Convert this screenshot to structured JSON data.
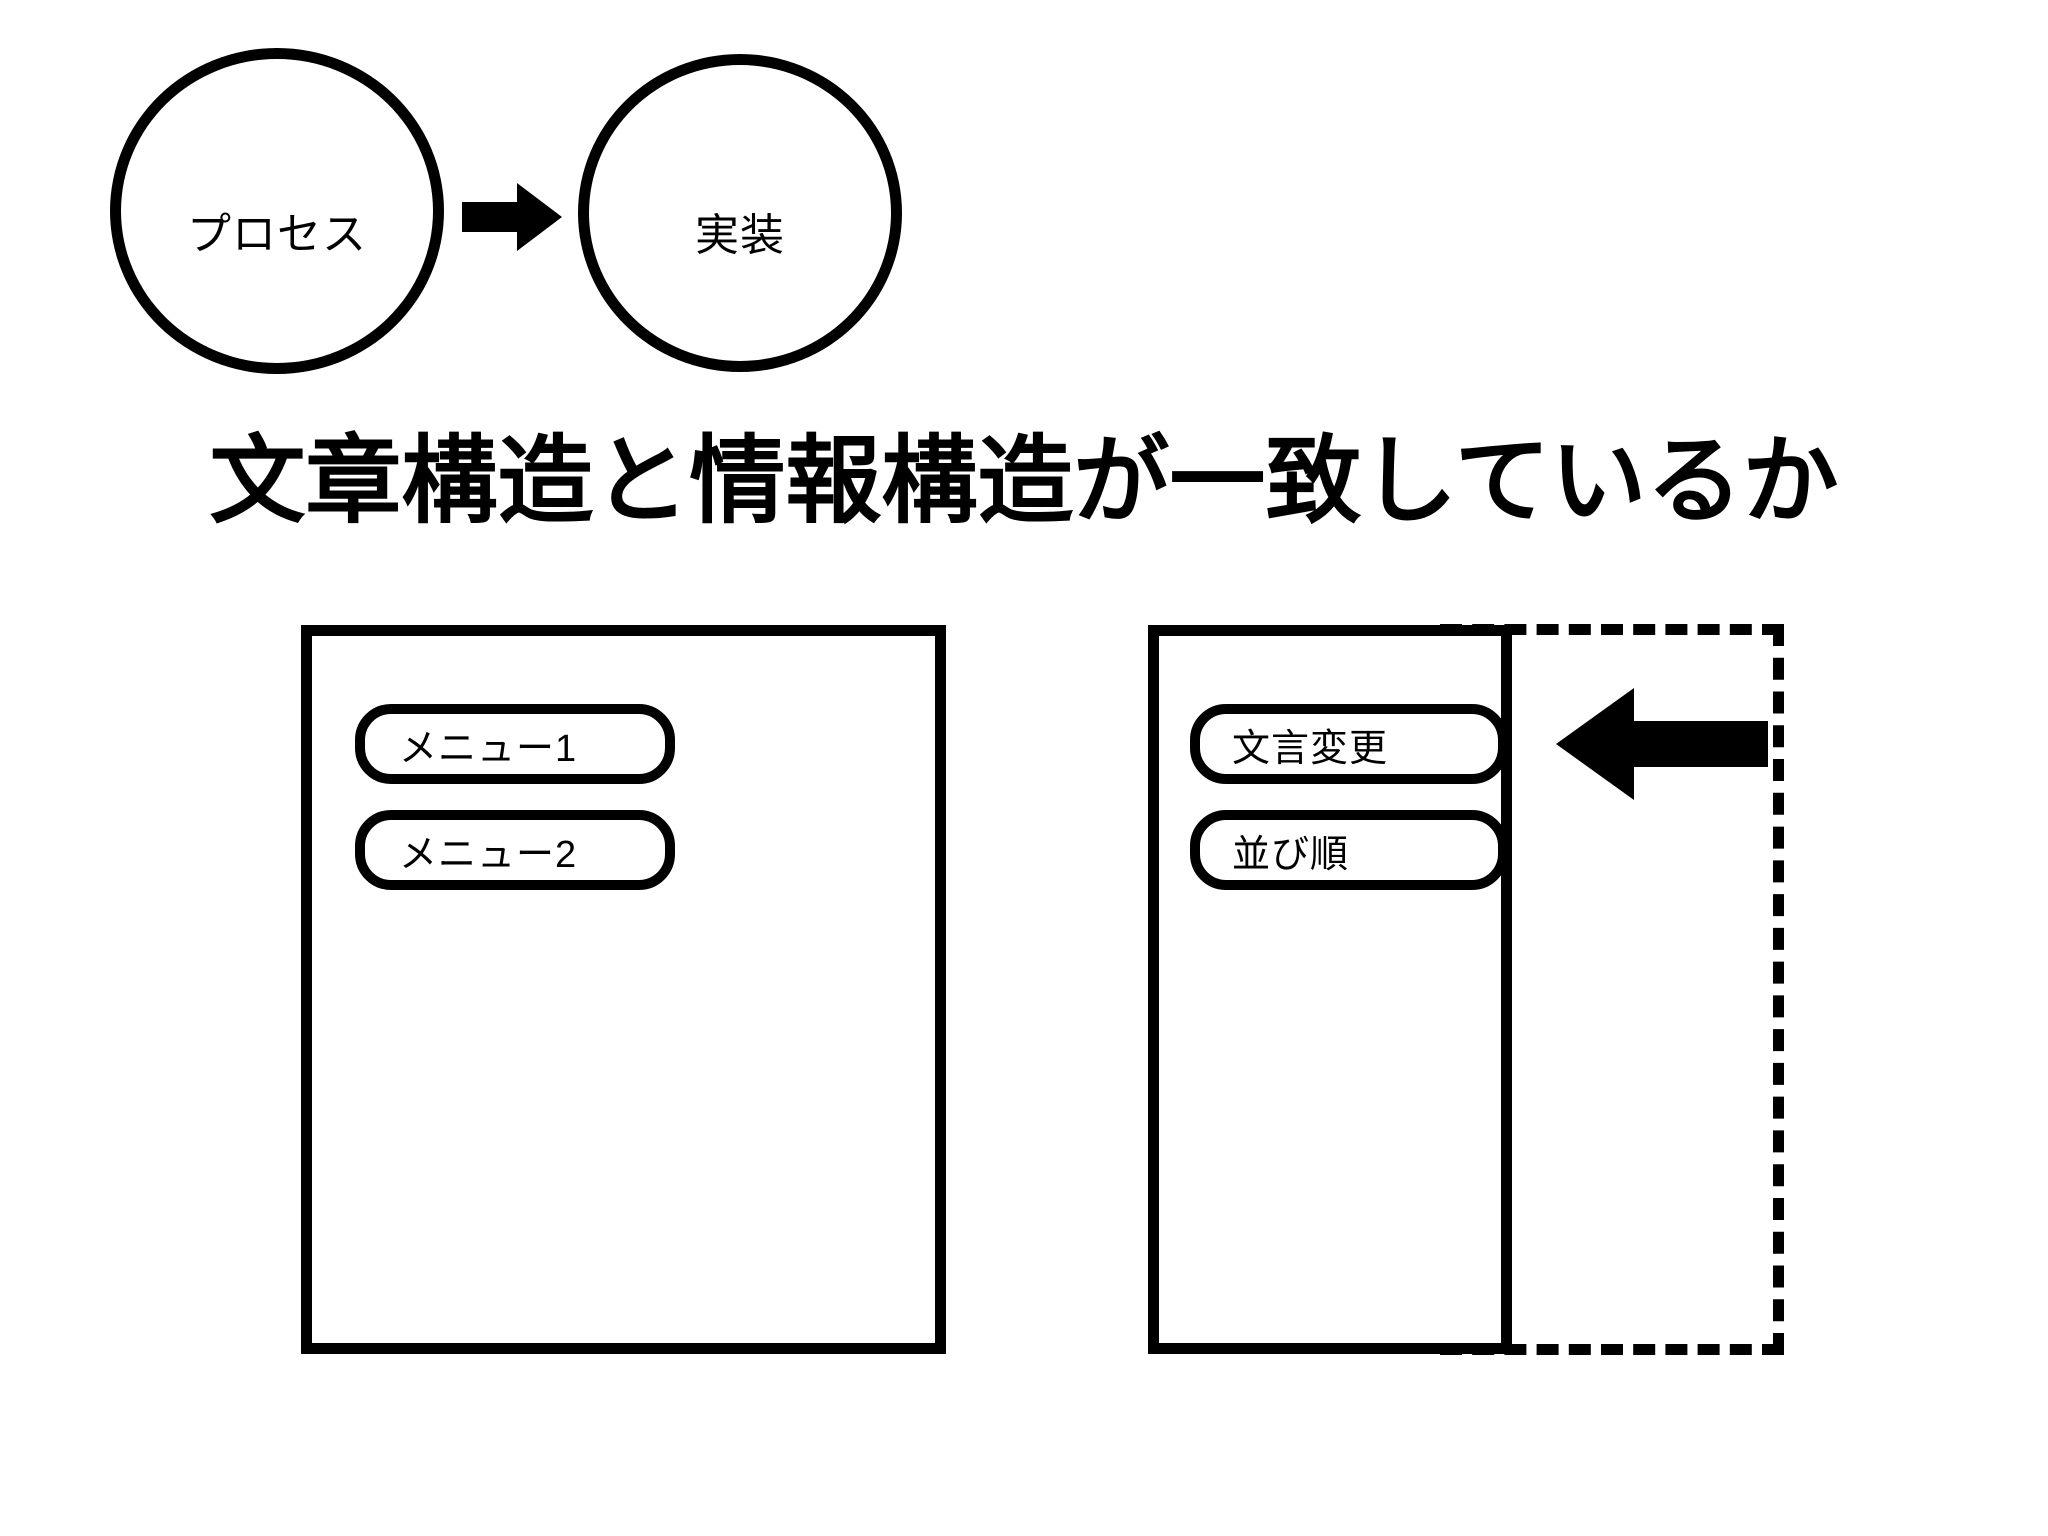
{
  "slide": {
    "background_color": "#ffffff",
    "ink_color": "#000000",
    "heading": "文章構造と情報構造が一致しているか"
  },
  "process_flow": {
    "steps": [
      {
        "label": "プロセス",
        "shape": "circle"
      },
      {
        "label": "実装",
        "shape": "circle"
      }
    ],
    "connector": {
      "icon": "arrow-right-icon",
      "direction": "right"
    }
  },
  "comparison": {
    "left_screen": {
      "frame_style": "solid",
      "menu_items": [
        {
          "label": "メニュー1"
        },
        {
          "label": "メニュー2"
        }
      ]
    },
    "right_screen": {
      "frame_style": "solid",
      "menu_items": [
        {
          "label": "文言変更"
        },
        {
          "label": "並び順"
        }
      ],
      "overflow_region": {
        "frame_style": "dashed",
        "callout": {
          "icon": "arrow-left-icon",
          "direction": "left"
        }
      }
    }
  }
}
